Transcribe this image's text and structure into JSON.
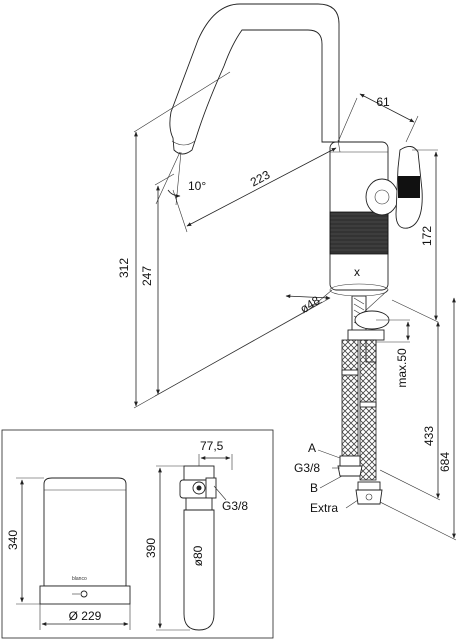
{
  "faucet": {
    "dims": {
      "reach": "223",
      "handle_offset": "61",
      "angle": "10°",
      "total_height": "312",
      "spout_height": "247",
      "body_height": "172",
      "diameter": "ø48",
      "max_thickness": "max.50",
      "hose_length": "433",
      "total_length": "684"
    },
    "labels": {
      "a": "A",
      "thread": "G3/8",
      "b": "B",
      "extra": "Extra"
    },
    "brand_mark": "x"
  },
  "tank": {
    "dims": {
      "height": "340",
      "diameter": "Ø 229"
    },
    "brand_text": "blanco"
  },
  "filter": {
    "dims": {
      "offset": "77,5",
      "thread": "G3/8",
      "height": "390",
      "diameter": "ø80"
    }
  }
}
